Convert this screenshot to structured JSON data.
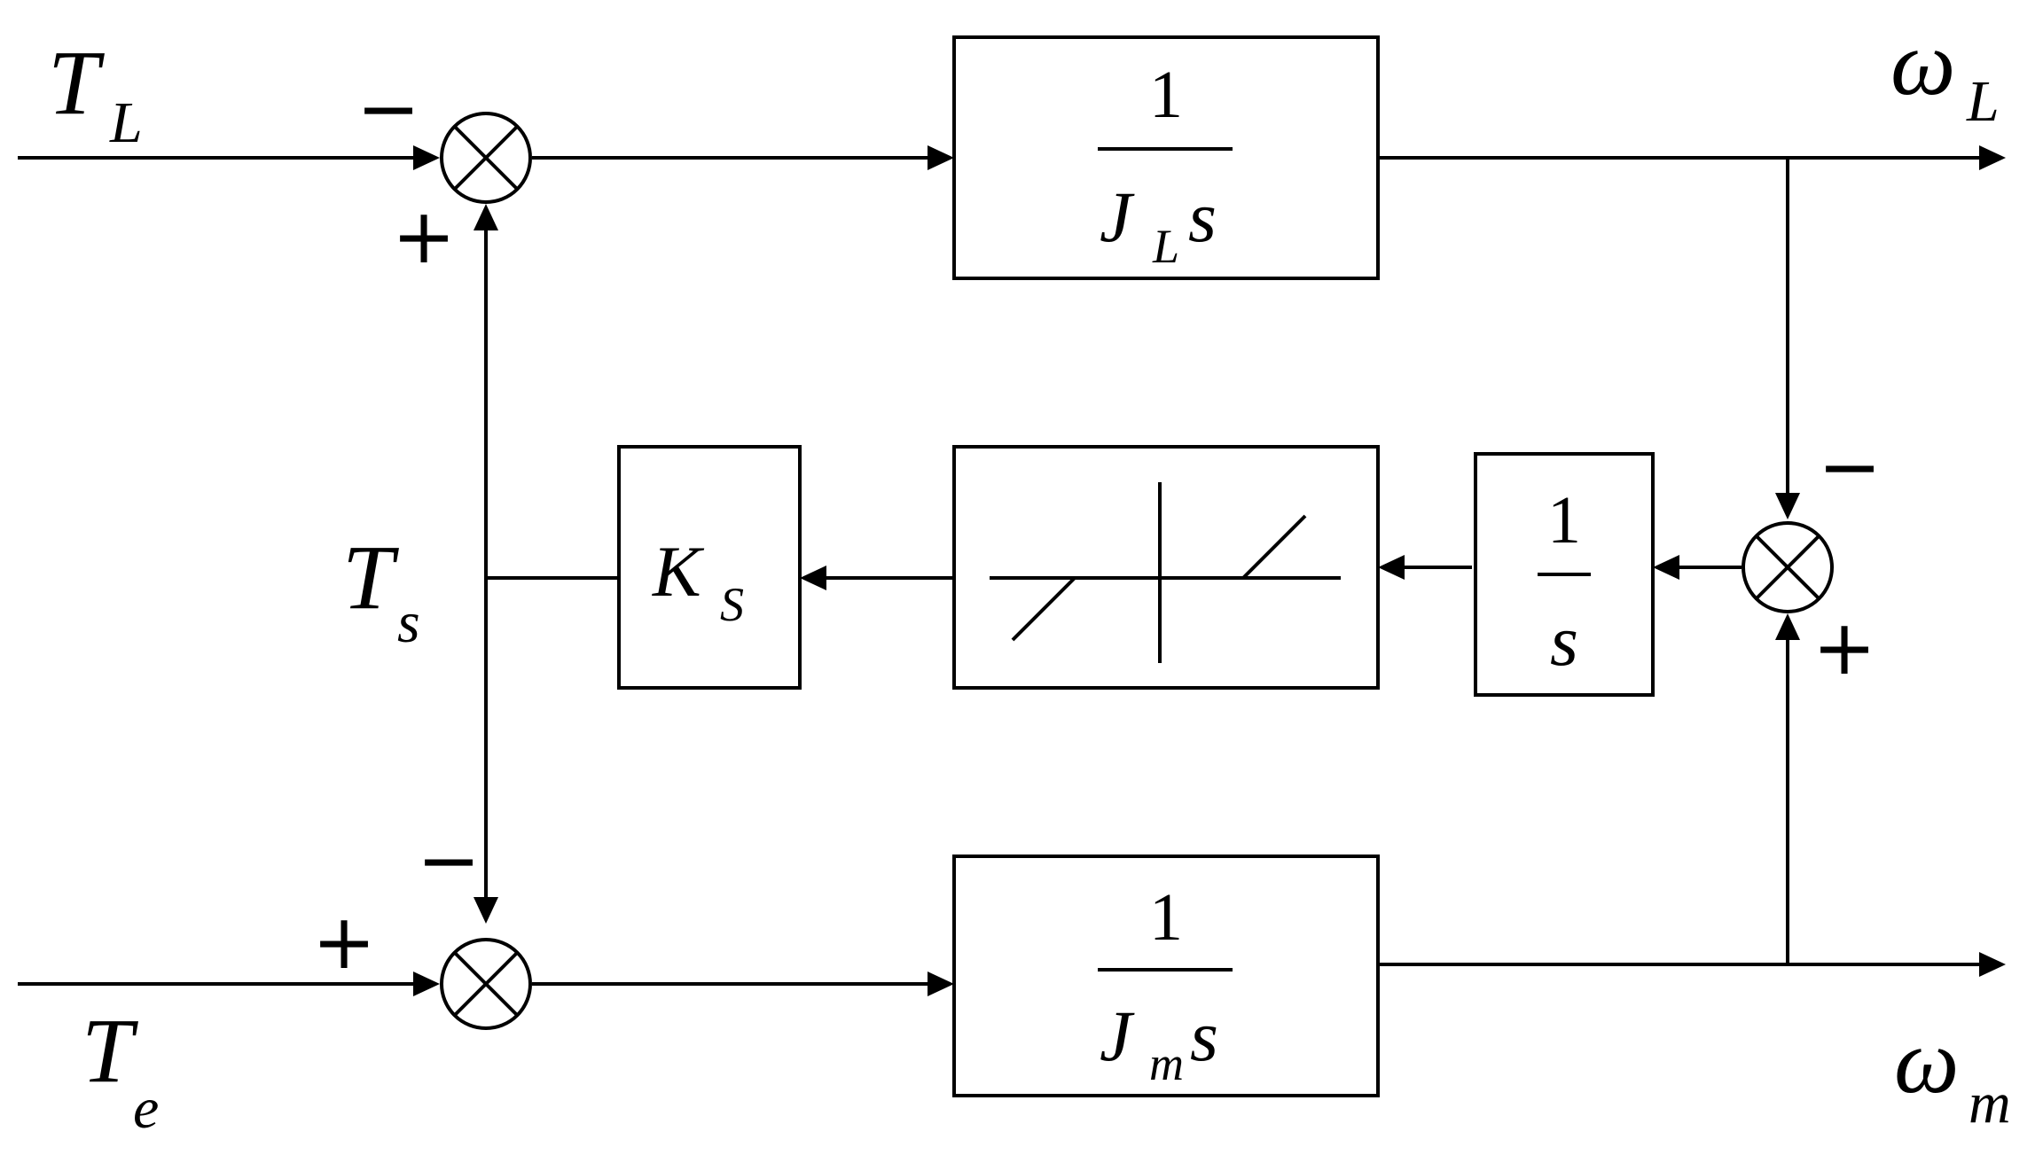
{
  "signals": {
    "TL": {
      "main": "T",
      "sub": "L"
    },
    "Te": {
      "main": "T",
      "sub": "e"
    },
    "Ts": {
      "main": "T",
      "sub": "s"
    },
    "omegaL": {
      "main": "ω",
      "sub": "L"
    },
    "omegam": {
      "main": "ω",
      "sub": "m"
    }
  },
  "blocks": {
    "load_inertia": {
      "numerator": "1",
      "den_main": "J",
      "den_sub": "L",
      "den_tail": "s"
    },
    "motor_inertia": {
      "numerator": "1",
      "den_main": "J",
      "den_sub": "m",
      "den_tail": "s"
    },
    "integrator": {
      "numerator": "1",
      "denominator": "s"
    },
    "stiffness": {
      "main": "K",
      "sub": "S"
    },
    "deadzone": {
      "symbol": "deadzone-nonlinearity"
    }
  },
  "signs": {
    "top_sum_left": "−",
    "top_sum_bottom": "+",
    "bottom_sum_top": "−",
    "bottom_sum_left": "+",
    "right_sum_top": "−",
    "right_sum_bottom": "+"
  }
}
